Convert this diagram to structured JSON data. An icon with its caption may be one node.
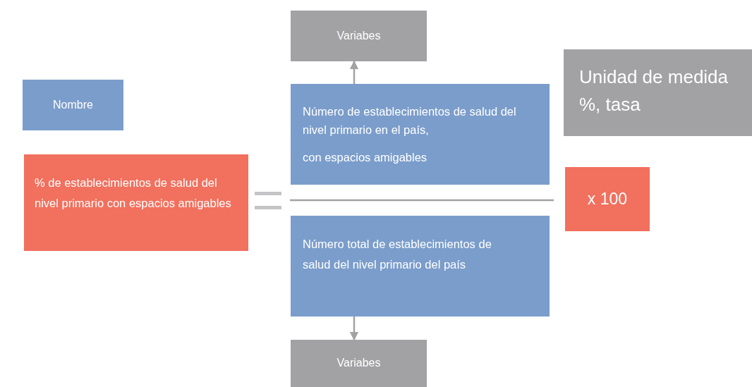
{
  "diagram": {
    "nodes": [
      {
        "text": [
          "Variabes"
        ]
      },
      {
        "text": [
          "Unidad de medida",
          "%, tasa"
        ]
      },
      {
        "text": [
          "Nombre"
        ]
      },
      {
        "text": [
          "Número de establecimientos de salud del nivel primario en el país,",
          "con espacios amigables"
        ]
      },
      {
        "text": [
          "% de establecimientos de salud del nivel primario con espacios amigables"
        ]
      },
      {
        "text": [
          "x 100"
        ]
      },
      {
        "text": [
          "Número total de establecimientos de salud del nivel primario del país"
        ]
      },
      {
        "text": [
          "Variabes"
        ]
      }
    ],
    "edges": [
      {
        "from": 3,
        "to": 0,
        "arrow": "to"
      },
      {
        "from": 6,
        "to": 7,
        "arrow": "to"
      }
    ]
  }
}
